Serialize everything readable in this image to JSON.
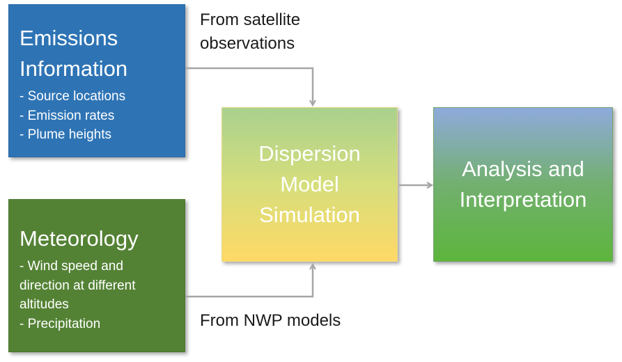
{
  "emissions": {
    "title_line1": "Emissions",
    "title_line2": "Information",
    "items": [
      "- Source locations",
      "- Emission rates",
      "- Plume heights"
    ]
  },
  "meteorology": {
    "title": "Meteorology",
    "items": [
      "- Wind speed and",
      "direction at different",
      "altitudes",
      "- Precipitation"
    ]
  },
  "dispersion": {
    "line1": "Dispersion",
    "line2": "Model",
    "line3": "Simulation"
  },
  "analysis": {
    "line1": "Analysis and",
    "line2": "Interpretation"
  },
  "notes": {
    "satellite": "From satellite observations",
    "nwp": "From NWP models"
  },
  "colors": {
    "emissions_box": "#2e74b5",
    "meteorology_box": "#548235",
    "dispersion_gradient": [
      "#a9d18e",
      "#ffd966"
    ],
    "analysis_gradient": [
      "#8faadc",
      "#5db53c"
    ],
    "arrow": "#a6a6a6"
  }
}
